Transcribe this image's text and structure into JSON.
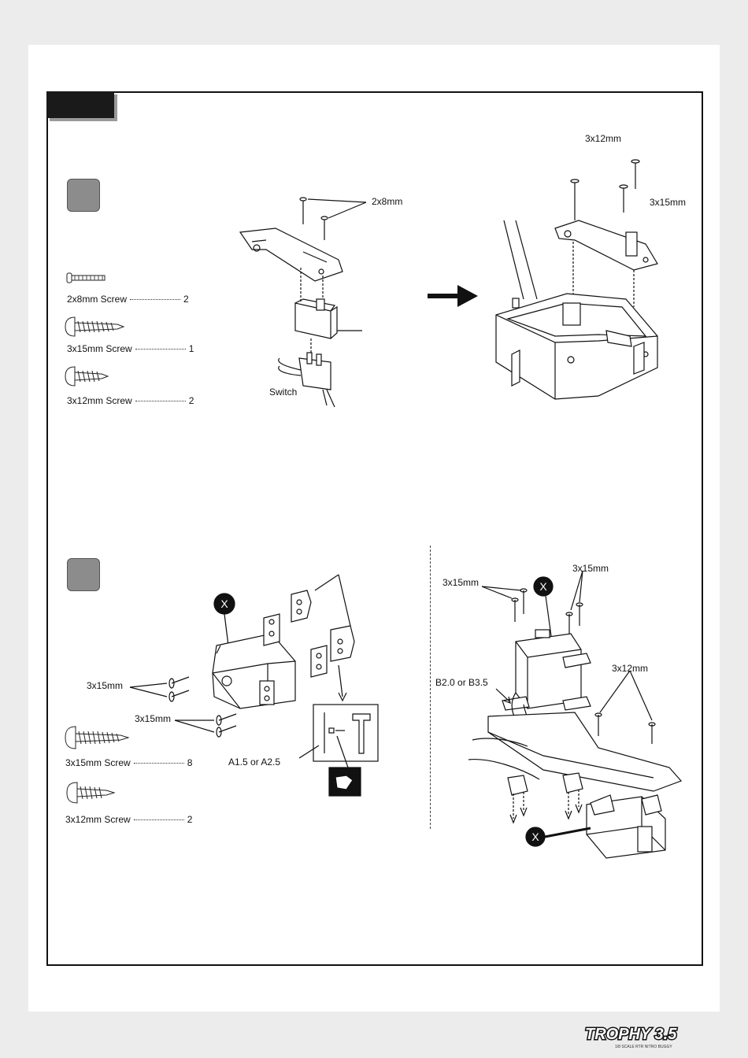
{
  "footer": {
    "logo_text": "TROPHY 3.5",
    "logo_subtext": "1/8 SCALE RTR NITRO BUGGY"
  },
  "step1": {
    "parts": [
      {
        "name": "2x8mm Screw",
        "qty": "2"
      },
      {
        "name": "3x15mm Screw",
        "qty": "1"
      },
      {
        "name": "3x12mm Screw",
        "qty": "2"
      }
    ],
    "labels": {
      "a": "2x8mm",
      "switch": "Switch",
      "b": "3x12mm",
      "c": "3x15mm"
    }
  },
  "step2": {
    "parts": [
      {
        "name": "3x15mm Screw",
        "qty": "8"
      },
      {
        "name": "3x12mm Screw",
        "qty": "2"
      }
    ],
    "labels": {
      "l1": "3x15mm",
      "l2": "3x15mm",
      "horn": "A1.5 or A2.5",
      "r1": "3x15mm",
      "r2": "3x15mm",
      "r3": "3x12mm",
      "r4": "B2.0 or B3.5"
    },
    "x_mark": "X"
  },
  "colors": {
    "badge": "#8c8c8c",
    "tab": "#1a1a1a"
  }
}
